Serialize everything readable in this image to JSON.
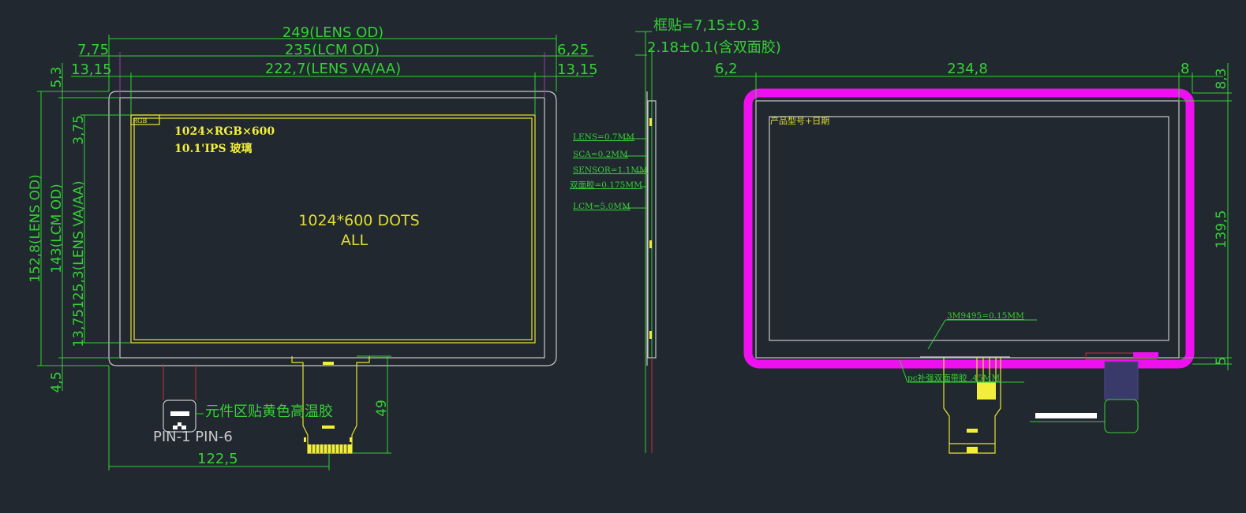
{
  "front_view": {
    "dim_lens_od_width": "249(LENS OD)",
    "dim_lcm_od_width": "235(LCM OD)",
    "dim_lens_va_width": "222,7(LENS VA/AA)",
    "dim_left_7_75": "7,75",
    "dim_right_6_25": "6,25",
    "dim_left_13_15": "13,15",
    "dim_right_13_15": "13,15",
    "dim_top_5_3": "5,3",
    "dim_lens_od_height": "152,8(LENS OD)",
    "dim_lcm_od_height": "143(LCM OD)",
    "dim_top_13_75": "3,75",
    "dim_lens_va_height": "13,75125,3(LENS VA/AA)",
    "dim_bottom_4_5": "4,5",
    "dim_fpc_49": "49",
    "dim_fpc_offset": "122,5",
    "rgb_label": "RGB",
    "resolution_spec": "1024×RGB×600",
    "size_spec": "10.1'IPS  玻璃",
    "center_text_line1": "1024*600  DOTS",
    "center_text_line2": "ALL",
    "component_note": "元件区贴黄色高温胶",
    "pin_label": "PIN-1 PIN-6"
  },
  "side_view": {
    "dim_frame": "框贴=7,15±0.3",
    "dim_tape": "2.18±0.1(含双面胶)",
    "layers": [
      "LENS=0.7MM",
      "SCA=0.2MM",
      "SENSOR=1.1MM",
      "双面胶=0.175MM",
      "LCM=5.0MM"
    ]
  },
  "rear_view": {
    "dim_left_6_2": "6,2",
    "dim_width_234_8": "234,8",
    "dim_right_8": "8",
    "dim_top_8_3": "8,3",
    "dim_height_139_5": "139,5",
    "dim_bottom_5": "5",
    "product_label": "产品型号+日期",
    "tape_note": "3M9495=0.15MM",
    "pc_note": "pc补强双面带胶 .45MM"
  },
  "colors": {
    "background": "#212830",
    "dimension": "#35d135",
    "outline": "#c8c8c8",
    "lcm": "#e8e42e",
    "bezel": "#ee10ee"
  }
}
